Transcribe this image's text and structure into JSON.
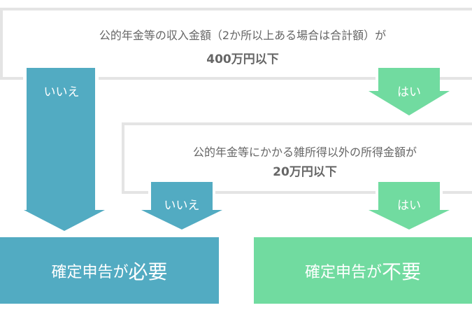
{
  "colors": {
    "no": "#52abc2",
    "yes": "#71dba0",
    "border": "#e4e4e4",
    "text": "#666666"
  },
  "q1": {
    "line1": "公的年金等の収入金額（2か所以上ある場合は合計額）が",
    "line2": "400万円以下"
  },
  "q2": {
    "line1": "公的年金等にかかる雑所得以外の所得金額が",
    "line2": "20万円以下"
  },
  "labels": {
    "no": "いいえ",
    "yes": "はい"
  },
  "results": {
    "required": {
      "prefix": "確定申告が",
      "emphasis": "必要"
    },
    "not_required": {
      "prefix": "確定申告が",
      "emphasis": "不要"
    }
  }
}
